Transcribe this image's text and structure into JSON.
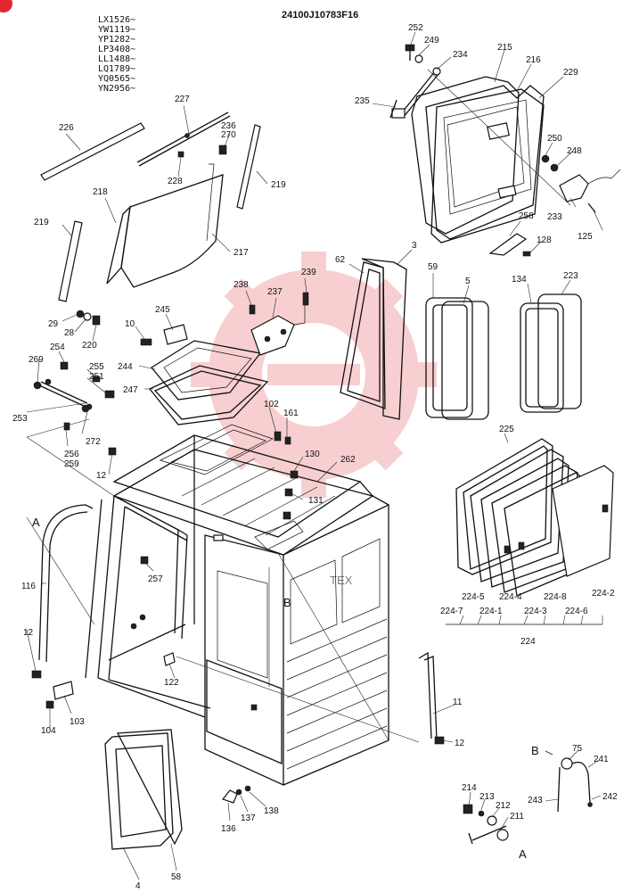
{
  "drawing_number": "24100J10783F16",
  "serial_ranges": [
    "LX1526~",
    "YW1119~",
    "YP1282~",
    "LP3408~",
    "LL1488~",
    "LQ1789~",
    "YQ0565~",
    "YN2956~"
  ],
  "view_letters": [
    "A",
    "B",
    "B",
    "A"
  ],
  "watermark_text": "TEX",
  "part_numbers": [
    "252",
    "249",
    "234",
    "215",
    "216",
    "229",
    "235",
    "250",
    "248",
    "233",
    "125",
    "258",
    "128",
    "227",
    "226",
    "236",
    "270",
    "228",
    "219",
    "218",
    "217",
    "219",
    "29",
    "28",
    "220",
    "245",
    "10",
    "238",
    "237",
    "239",
    "62",
    "3",
    "59",
    "5",
    "134",
    "223",
    "244",
    "247",
    "269",
    "254",
    "255",
    "251",
    "253",
    "272",
    "256",
    "259",
    "102",
    "161",
    "130",
    "262",
    "12",
    "131",
    "225",
    "116",
    "257",
    "12",
    "103",
    "104",
    "122",
    "224-5",
    "224-4",
    "224-8",
    "224-2",
    "224-7",
    "224-1",
    "224-3",
    "224-6",
    "224",
    "11",
    "12",
    "75",
    "241",
    "242",
    "243",
    "214",
    "213",
    "212",
    "211",
    "136",
    "137",
    "138",
    "4",
    "58"
  ],
  "brand_logo": "gear-watermark-logo"
}
